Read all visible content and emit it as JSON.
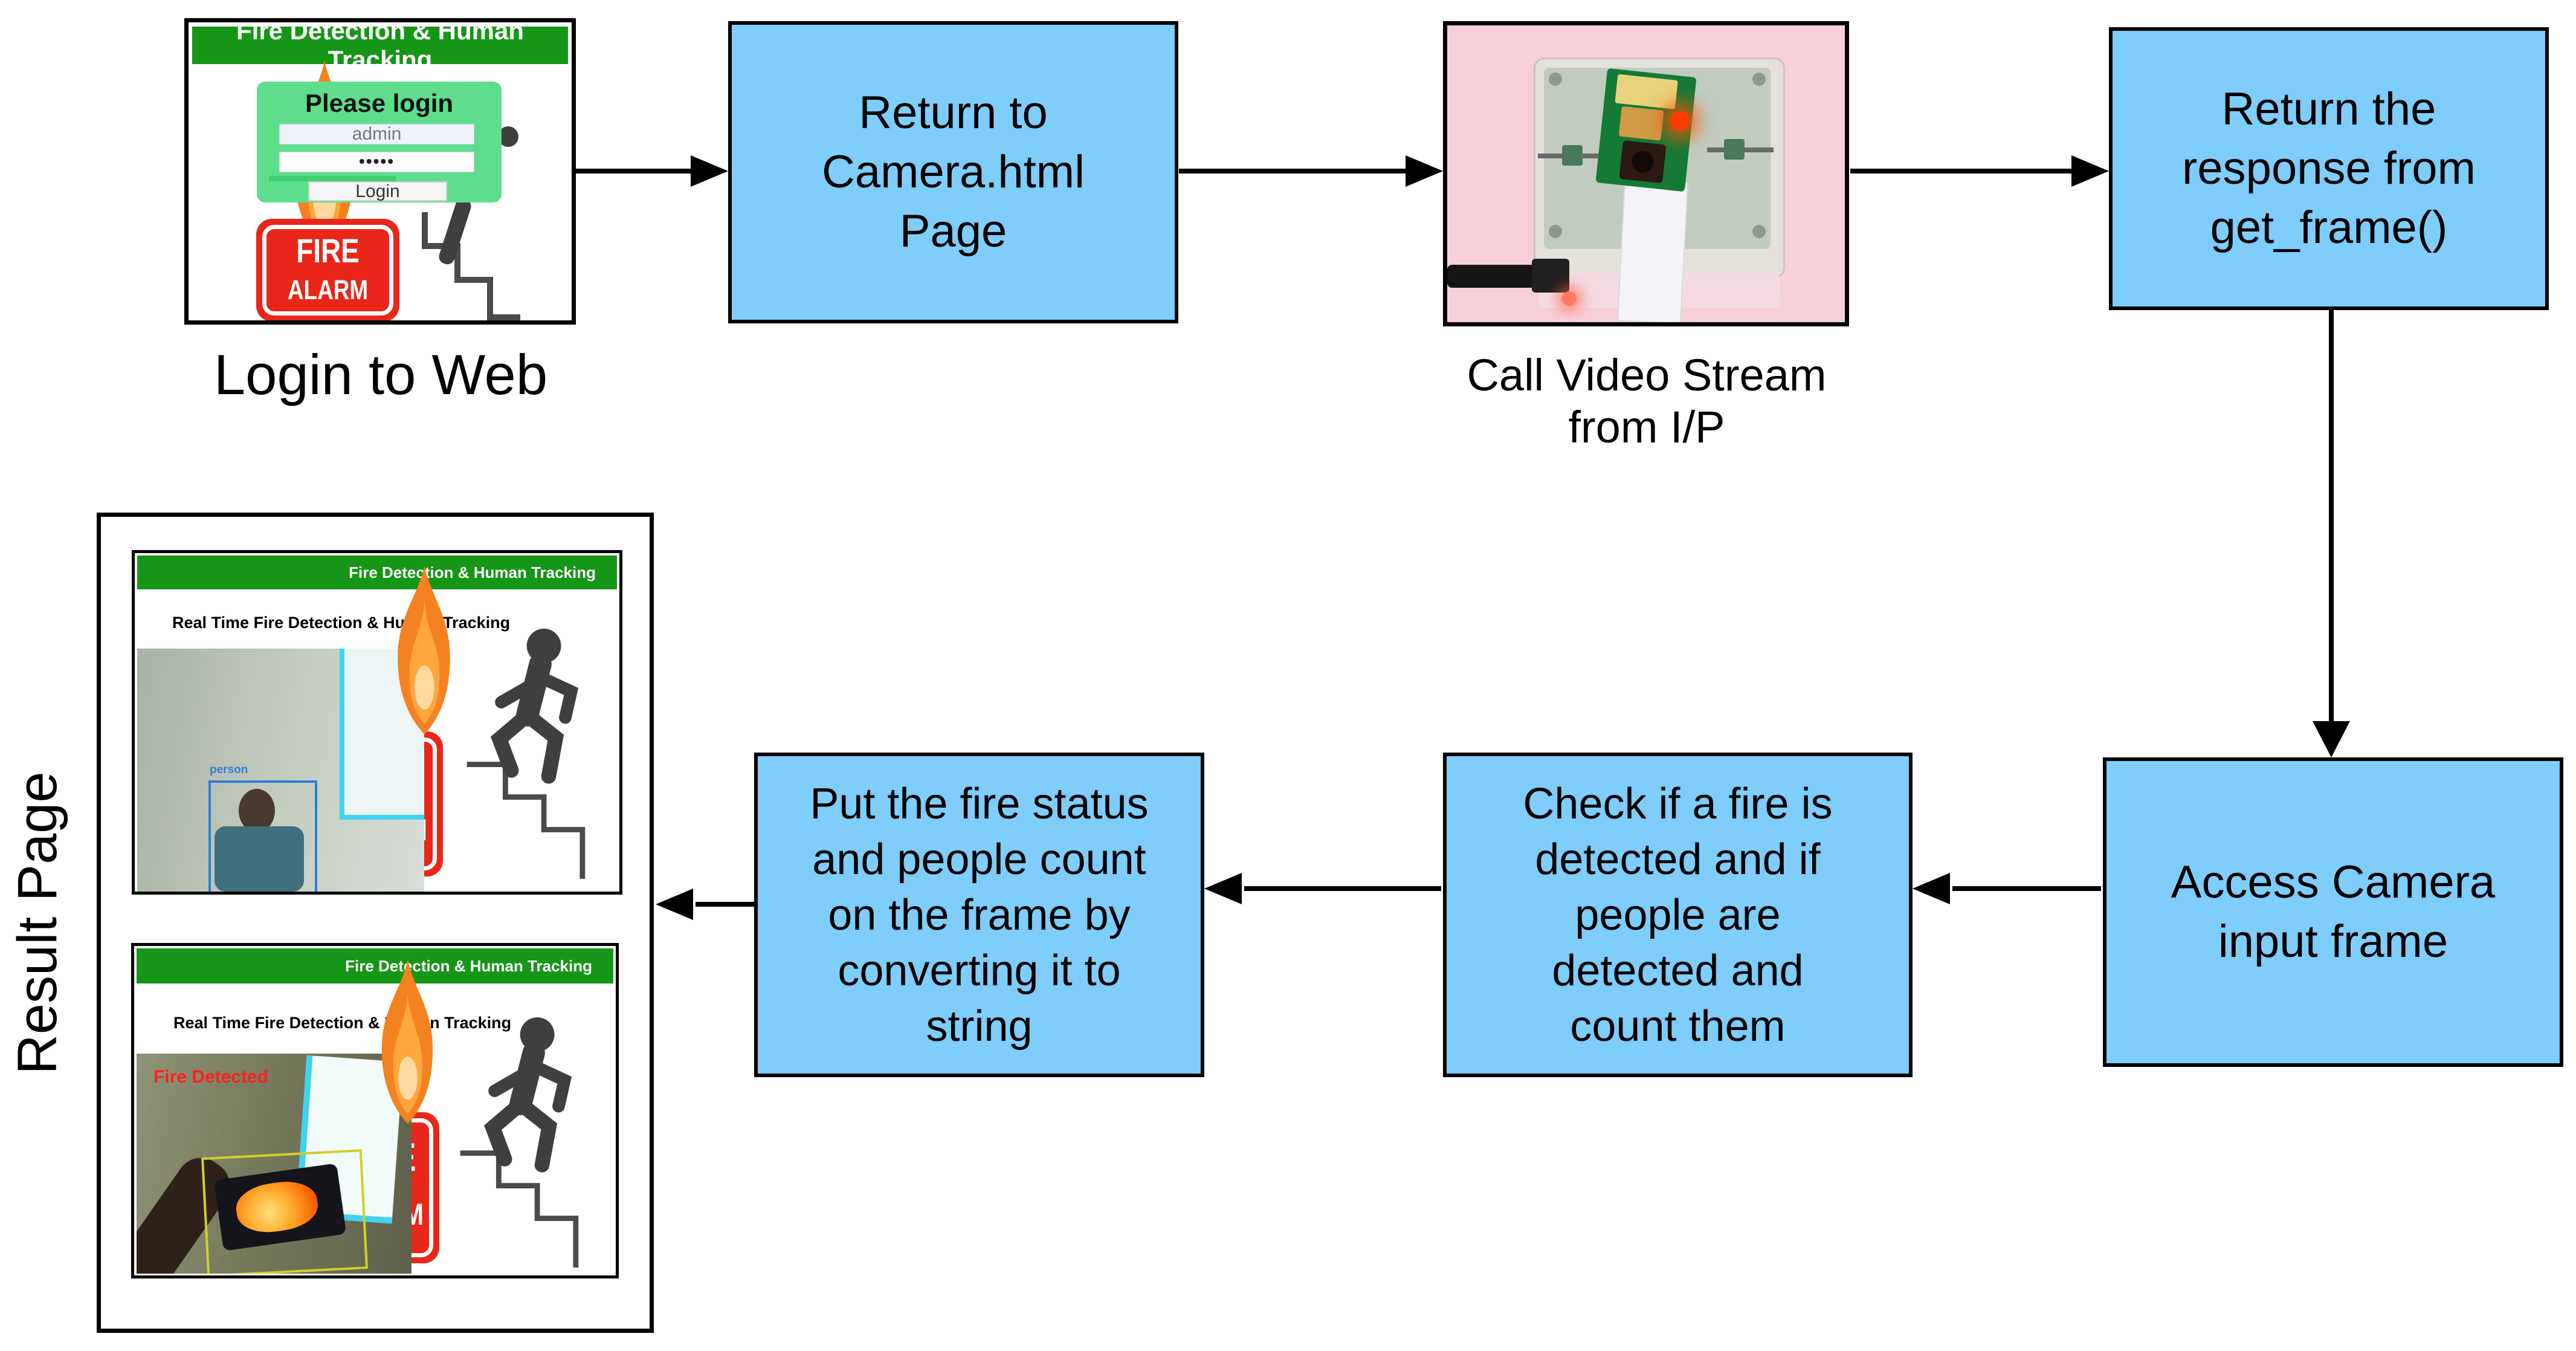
{
  "flowchart": {
    "boxes": {
      "return_to_camera": {
        "lines": [
          "Return to",
          "Camera.html",
          "Page"
        ]
      },
      "return_response": {
        "lines": [
          "Return the",
          "response from",
          "get_frame()"
        ]
      },
      "access_camera": {
        "lines": [
          "Access Camera",
          "input frame"
        ]
      },
      "check_fire": {
        "lines": [
          "Check if a fire is",
          "detected and if",
          "people are",
          "detected and",
          "count them"
        ]
      },
      "put_status": {
        "lines": [
          "Put the fire status",
          "and people count",
          "on the frame by",
          "converting it to",
          "string"
        ]
      }
    },
    "captions": {
      "login": "Login to Web",
      "camera_line1": "Call Video Stream",
      "camera_line2": "from I/P",
      "result": "Result Page"
    }
  },
  "login_screen": {
    "header": "Fire Detection & Human Tracking",
    "title": "Please login",
    "username": "admin",
    "password": "•••••",
    "button": "Login",
    "alarm_word1": "FIRE",
    "alarm_word2": "ALARM"
  },
  "result_screens": {
    "header": "Fire Detection & Human Tracking",
    "heading": "Real Time Fire Detection & Human Tracking",
    "screen1": {
      "person_label": "person"
    },
    "screen2": {
      "fire_status": "Fire Detected"
    },
    "alarm_word1": "FIRE",
    "alarm_word2": "ALARM"
  },
  "colors": {
    "box_fill": "#7ECDFB",
    "header_green": "#169616",
    "panel_green": "#5EDE8C",
    "alarm_red": "#E92619",
    "pi_pink": "#F7CFD9",
    "person_box_blue": "#2E7FD6",
    "fire_box_yellow": "#CFCF2A",
    "fire_text_red": "#FF2020",
    "flame_orange": "#F58220"
  }
}
